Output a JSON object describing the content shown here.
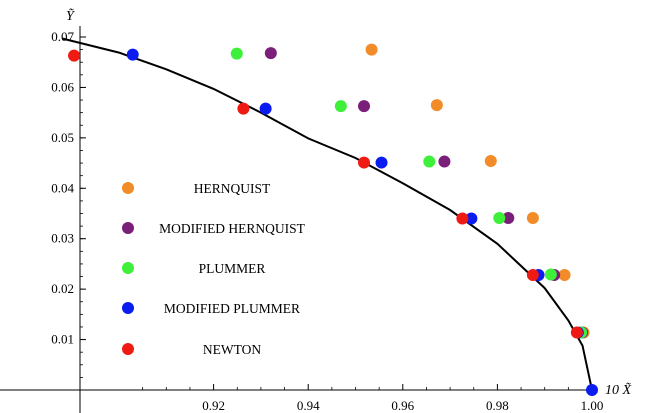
{
  "chart_data": {
    "type": "scatter",
    "xlabel": "10 X̃",
    "ylabel": "Ỹ",
    "xlim": [
      0.888,
      1.003
    ],
    "ylim": [
      0.0,
      0.0705
    ],
    "x_ticks": [
      0.92,
      0.94,
      0.96,
      0.98,
      1.0
    ],
    "x_tick_labels": [
      "0.92",
      "0.94",
      "0.96",
      "0.98",
      "1.00"
    ],
    "y_ticks": [
      0.01,
      0.02,
      0.03,
      0.04,
      0.05,
      0.06,
      0.07
    ],
    "y_tick_labels": [
      "0.01",
      "0.02",
      "0.03",
      "0.04",
      "0.05",
      "0.06",
      "0.07"
    ],
    "legend": {
      "position": "left-middle"
    },
    "curve": {
      "color": "#000000",
      "points": [
        [
          0.888,
          0.0697
        ],
        [
          0.9,
          0.0669
        ],
        [
          0.91,
          0.0636
        ],
        [
          0.92,
          0.0597
        ],
        [
          0.93,
          0.055
        ],
        [
          0.94,
          0.0499
        ],
        [
          0.95,
          0.046
        ],
        [
          0.96,
          0.041
        ],
        [
          0.97,
          0.0357
        ],
        [
          0.98,
          0.029
        ],
        [
          0.99,
          0.0202
        ],
        [
          0.995,
          0.0138
        ],
        [
          0.998,
          0.0088
        ],
        [
          1.0,
          0.0
        ]
      ]
    },
    "series": [
      {
        "name": "HERNQUIST",
        "color": "#f28c28",
        "points": [
          [
            0.9534,
            0.0675
          ],
          [
            0.9672,
            0.0565
          ],
          [
            0.9786,
            0.0454
          ],
          [
            0.9875,
            0.0341
          ],
          [
            0.9942,
            0.0228
          ],
          [
            0.9982,
            0.0114
          ]
        ]
      },
      {
        "name": "MODIFIED HERNQUIST",
        "color": "#7a1f7a",
        "points": [
          [
            0.9321,
            0.0668
          ],
          [
            0.9518,
            0.0563
          ],
          [
            0.9688,
            0.0453
          ],
          [
            0.9823,
            0.0341
          ],
          [
            0.992,
            0.0228
          ],
          [
            0.9979,
            0.0114
          ]
        ]
      },
      {
        "name": "PLUMMER",
        "color": "#3ef03a",
        "points": [
          [
            0.9249,
            0.0667
          ],
          [
            0.9469,
            0.0563
          ],
          [
            0.9656,
            0.0453
          ],
          [
            0.9804,
            0.0341
          ],
          [
            0.9913,
            0.0229
          ],
          [
            0.9977,
            0.0114
          ]
        ]
      },
      {
        "name": "MODIFIED PLUMMER",
        "color": "#0a1cf0",
        "points": [
          [
            0.9029,
            0.0665
          ],
          [
            0.931,
            0.0558
          ],
          [
            0.9555,
            0.0451
          ],
          [
            0.9745,
            0.034
          ],
          [
            0.9887,
            0.0228
          ],
          [
            0.997,
            0.0114
          ],
          [
            1.0,
            0.0
          ]
        ]
      },
      {
        "name": "NEWTON",
        "color": "#f01a14",
        "points": [
          [
            0.8905,
            0.0663
          ],
          [
            0.9263,
            0.0558
          ],
          [
            0.9518,
            0.0451
          ],
          [
            0.9726,
            0.034
          ],
          [
            0.9875,
            0.0228
          ],
          [
            0.9968,
            0.0114
          ]
        ]
      }
    ]
  }
}
